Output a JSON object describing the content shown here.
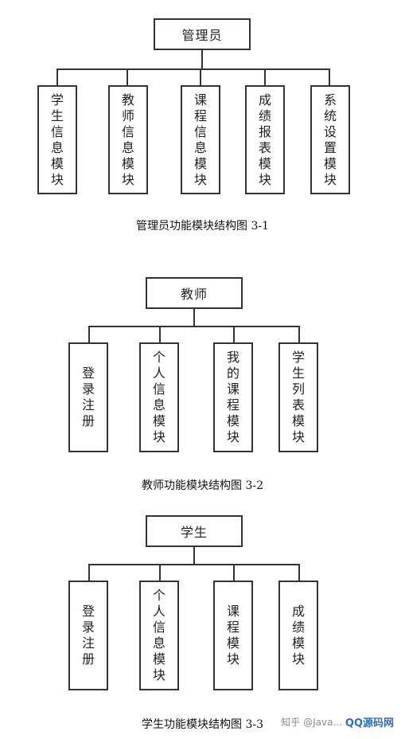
{
  "diagrams": [
    {
      "root": "管理员",
      "children": [
        "学生信息模块",
        "教师信息模块",
        "课程信息模块",
        "成绩报表模块",
        "系统设置模块"
      ],
      "caption": "管理员功能模块结构图 3-1"
    },
    {
      "root": "教师",
      "children": [
        "登录注册",
        "个人信息模块",
        "我的课程模块",
        "学生列表模块"
      ],
      "caption": "教师功能模块结构图 3-2"
    },
    {
      "root": "学生",
      "children": [
        "登录注册",
        "个人信息模块",
        "课程模块",
        "成绩模块"
      ],
      "caption": "学生功能模块结构图 3-3"
    }
  ],
  "watermark": {
    "prefix": "知乎",
    "handle": "@Java...",
    "logo": "QQ源码网"
  }
}
